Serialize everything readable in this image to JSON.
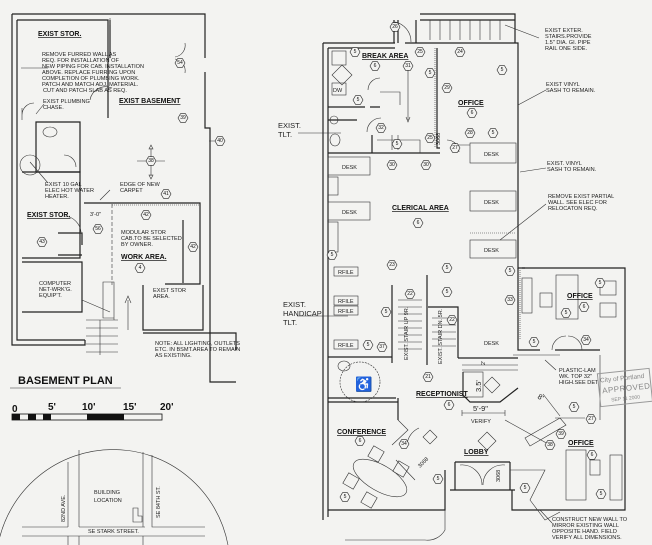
{
  "basement": {
    "title": "BASEMENT PLAN",
    "rooms": {
      "exist_stor_top": "EXIST STOR.",
      "exist_basement": "EXIST BASEMENT",
      "exist_stor_left": "EXIST STOR.",
      "work_area": "WORK AREA."
    },
    "notes": {
      "remove_furred": [
        "REMOVE FURRED WALL AS",
        "REQ. FOR INSTALLATION OF",
        "NEW PIPING FOR CAB. INSTALLATION",
        "ABOVE. REPLACE FURRING UPON",
        "COMPLETION OF PLUMBING WORK.",
        "PATCH AND MATCH ADJ. MATERIAL.",
        "CUT AND PATCH SLAB AS REQ."
      ],
      "plumbing_chase": [
        "EXIST PLUMBING",
        "CHASE."
      ],
      "water_heater": [
        "EXIST 10 GAL",
        "ELEC HOT WATER",
        "HEATER."
      ],
      "carpet_edge": [
        "EDGE OF NEW",
        "CARPET"
      ],
      "dimension": "3'-0\"",
      "modular_cab": [
        "MODULAR STOR",
        "CAB.TO BE SELECTED",
        "BY OWNER."
      ],
      "computer": [
        "COMPUTER",
        "NET-WRK'G.",
        "EQUIP'T."
      ],
      "stor_area": [
        "EXIST STOR",
        "AREA."
      ],
      "lighting": [
        "NOTE: ALL LIGHTING, OUTLETS",
        "ETC. IN BSMT.AREA TO REMAIN",
        "AS EXISTING."
      ]
    },
    "scale_labels": [
      "0",
      "5'",
      "10'",
      "15'",
      "20'"
    ]
  },
  "location_map": {
    "building": [
      "BUILDING",
      "LOCATION"
    ],
    "streets": {
      "ave": "82ND AVE.",
      "st": "SE 84TH ST.",
      "stark": "SE STARK STREET."
    }
  },
  "main_floor": {
    "rooms": {
      "break_area": "BREAK AREA",
      "office_top": "OFFICE",
      "clerical": "CLERICAL AREA",
      "receptionist": "RECEPTIONIST",
      "conference": "CONFERENCE",
      "lobby": "LOBBY",
      "office_right": "OFFICE",
      "office_lower": "OFFICE"
    },
    "fixtures": {
      "desk": "DESK",
      "dw": "DW",
      "rfile": "RFILE",
      "stair_up": "EXIST. STAIR UP 9R.",
      "stair_dn": "EXIST. STAIR DN. 5R.",
      "door_size": "3068"
    },
    "side_labels": {
      "tlt": [
        "EXIST.",
        "TLT."
      ],
      "handicap": [
        "EXIST.",
        "HANDICAP",
        "TLT."
      ]
    },
    "dimensions": {
      "d1": "5'-9\"",
      "verify": "VERIFY",
      "d2": "3.5'",
      "d3": "8'",
      "d4": "2'"
    },
    "notes": {
      "exter_stairs": [
        "EXIST EXTER.",
        "STAIRS.PROVIDE",
        "1.5\" DIA. GI. PIPE",
        "RAIL ONE SIDE."
      ],
      "vinyl1": [
        "EXIST VINYL",
        "SASH TO REMAIN."
      ],
      "vinyl2": [
        "EXIST. VINYL",
        "SASH TO REMAIN."
      ],
      "partial_wall": [
        "REMOVE EXIST PARTIAL",
        "WALL. SEE ELEC FOR",
        "RELOCATON REQ."
      ],
      "plastic_lam": [
        "PLASTIC-LAM",
        "WK. TOP 32\"",
        "HIGH.SEE DET"
      ],
      "new_wall": [
        "CONSTRUCT NEW WALL TO",
        "MIRROR EXISTING WALL",
        "OPPOSITE HAND. FIELD",
        "VERIFY ALL DIMENSIONS."
      ]
    },
    "stamp": [
      "City of Portland",
      "APPROVED",
      "SEP 11 2000"
    ]
  },
  "keynote_tags": [
    "54",
    "39",
    "40",
    "38",
    "41",
    "42",
    "56",
    "43",
    "42",
    "4",
    "26",
    "5",
    "25",
    "24",
    "6",
    "31",
    "5",
    "29",
    "5",
    "6",
    "32",
    "5",
    "25",
    "28",
    "27",
    "5",
    "5",
    "30",
    "30",
    "6",
    "5",
    "23",
    "22",
    "5",
    "5",
    "22",
    "5",
    "37",
    "21",
    "6",
    "6",
    "34",
    "5",
    "5",
    "5",
    "5",
    "33",
    "5",
    "6",
    "5",
    "5",
    "34",
    "5",
    "27",
    "39",
    "38",
    "6",
    "5",
    "5"
  ]
}
